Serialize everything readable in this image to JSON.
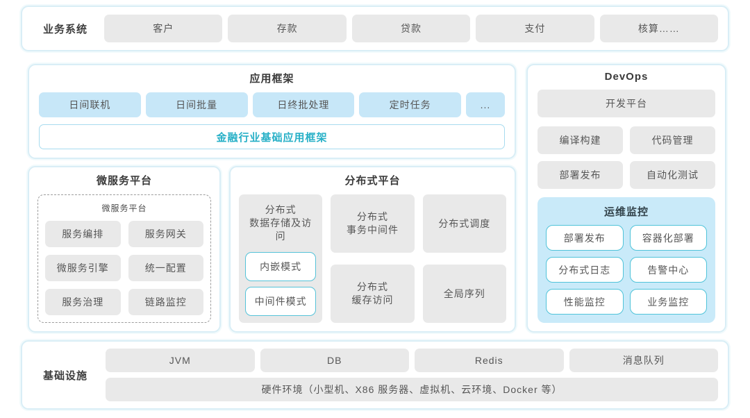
{
  "colors": {
    "panel_border": "#d9eef6",
    "chip_gray_bg": "#e9e9e9",
    "chip_blue_bg": "#c7e7f8",
    "teal_text": "#27b0c7",
    "teal_border": "#54c2d8",
    "ops_monitor_bg": "#c9eaf9",
    "text_dark": "#3a3a3a",
    "text_gray": "#565656"
  },
  "business": {
    "label": "业务系统",
    "items": [
      "客户",
      "存款",
      "贷款",
      "支付",
      "核算……"
    ]
  },
  "app_framework": {
    "title": "应用框架",
    "chips": [
      "日间联机",
      "日间批量",
      "日终批处理",
      "定时任务",
      "..."
    ],
    "base": "金融行业基础应用框架"
  },
  "microservice": {
    "title": "微服务平台",
    "inner_title": "微服务平台",
    "items": [
      "服务编排",
      "服务网关",
      "微服务引擎",
      "统一配置",
      "服务治理",
      "链路监控"
    ]
  },
  "distributed": {
    "title": "分布式平台",
    "storage": {
      "label": "分布式\n数据存储及访问",
      "modes": [
        "内嵌模式",
        "中间件模式"
      ]
    },
    "middle": [
      "分布式\n事务中间件",
      "分布式\n缓存访问"
    ],
    "right": [
      "分布式调度",
      "全局序列"
    ]
  },
  "devops": {
    "title": "DevOps",
    "platform": "开发平台",
    "grid": [
      "编译构建",
      "代码管理",
      "部署发布",
      "自动化测试"
    ],
    "ops_monitor": {
      "title": "运维监控",
      "items": [
        "部署发布",
        "容器化部署",
        "分布式日志",
        "告警中心",
        "性能监控",
        "业务监控"
      ]
    }
  },
  "infrastructure": {
    "label": "基础设施",
    "items": [
      "JVM",
      "DB",
      "Redis",
      "消息队列"
    ],
    "hardware": "硬件环境（小型机、X86 服务器、虚拟机、云环境、Docker 等）"
  }
}
